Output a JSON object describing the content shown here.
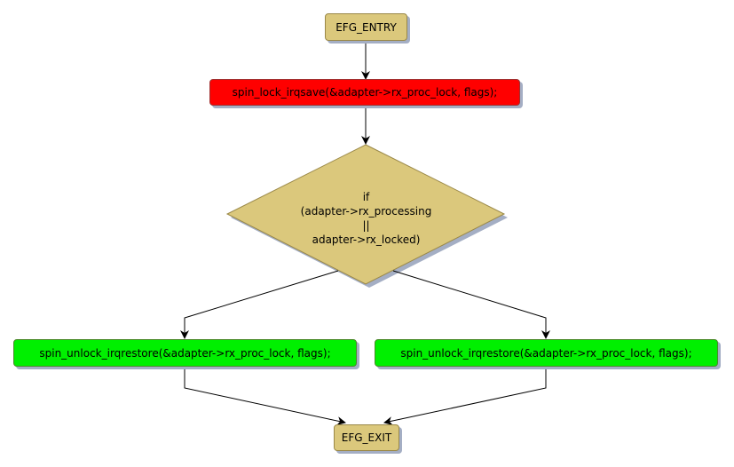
{
  "diagram": {
    "type": "flowchart",
    "colors": {
      "terminal_fill": "#dbc87c",
      "lock_fill": "#ff0000",
      "unlock_fill": "#00f000",
      "decision_fill": "#dbc87c",
      "shadow": "#a4aec4",
      "edge": "#000000"
    },
    "nodes": {
      "entry": {
        "label": "EFG_ENTRY"
      },
      "lock": {
        "label": "spin_lock_irqsave(&adapter->rx_proc_lock, flags);"
      },
      "decision": {
        "lines": [
          "if",
          "(adapter->rx_processing",
          "||",
          "adapter->rx_locked)"
        ]
      },
      "unlock_left": {
        "label": "spin_unlock_irqrestore(&adapter->rx_proc_lock, flags);"
      },
      "unlock_right": {
        "label": "spin_unlock_irqrestore(&adapter->rx_proc_lock, flags);"
      },
      "exit": {
        "label": "EFG_EXIT"
      }
    },
    "edges": [
      {
        "from": "entry",
        "to": "lock"
      },
      {
        "from": "lock",
        "to": "decision"
      },
      {
        "from": "decision",
        "to": "unlock_left"
      },
      {
        "from": "decision",
        "to": "unlock_right"
      },
      {
        "from": "unlock_left",
        "to": "exit"
      },
      {
        "from": "unlock_right",
        "to": "exit"
      }
    ]
  }
}
